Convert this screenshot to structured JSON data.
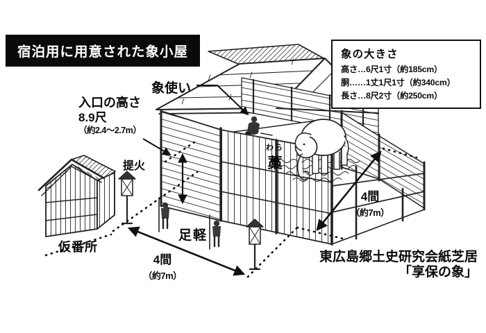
{
  "colors": {
    "ink": "#1a1a1a",
    "title_bg": "#0a0a0a",
    "paper": "#ffffff"
  },
  "title_banner": {
    "text": "宿泊用に用意された象小屋"
  },
  "elephant_size_box": {
    "title": "象の大きさ",
    "lines": [
      "高さ…6尺1寸（約185cm）",
      "胴……1丈1尺1寸（約340cm）",
      "長さ…8尺2寸（約250cm）"
    ]
  },
  "callouts": {
    "elephant_handler": "象使い",
    "entrance_height_title": "入口の高さ",
    "entrance_height_value": "8.9尺",
    "entrance_height_metric": "（約2.4～2.7m）",
    "torch": "提火",
    "guard_hut": "仮番所",
    "foot_soldiers": "足軽",
    "straw_furigana": "わら",
    "straw_kanji": "藁"
  },
  "dimensions": {
    "front_width_value": "4間",
    "front_width_metric": "（約7m）",
    "side_depth_value": "4間",
    "side_depth_metric": "（約7m）"
  },
  "credit": {
    "organization": "東広島郷土史研究会紙芝居",
    "work_title": "「享保の象」"
  }
}
